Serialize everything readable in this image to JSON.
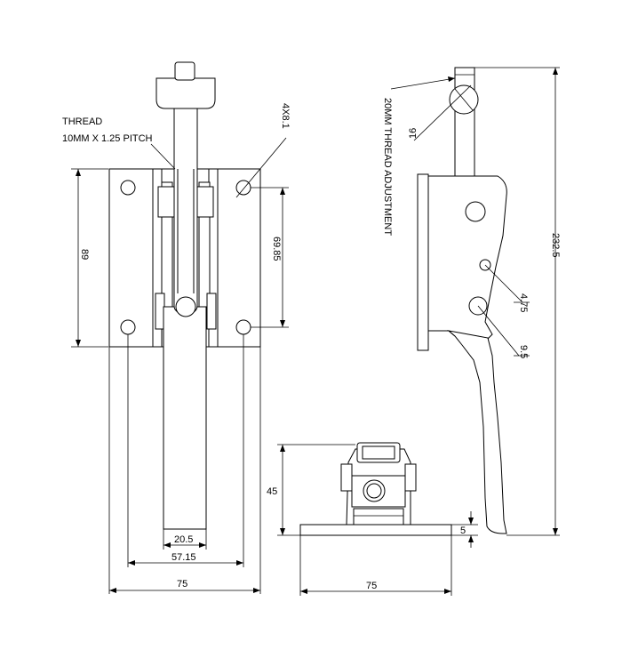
{
  "labels": {
    "thread_title": "THREAD",
    "thread_spec": "10MM X 1.25 PITCH",
    "adjust_note": "20MM THREAD ADJUSTMENT"
  },
  "dimensions": {
    "hole_spec": "4X8.1",
    "height_89": "89",
    "height_69_85": "69.85",
    "width_20_5": "20.5",
    "width_57_15": "57.15",
    "width_75_front": "75",
    "height_45": "45",
    "width_75_end": "75",
    "thk_5": "5",
    "total_232_5": "232.5",
    "dia_16": "16",
    "dia_4_75": "4.75",
    "dia_9_5": "9.5"
  }
}
